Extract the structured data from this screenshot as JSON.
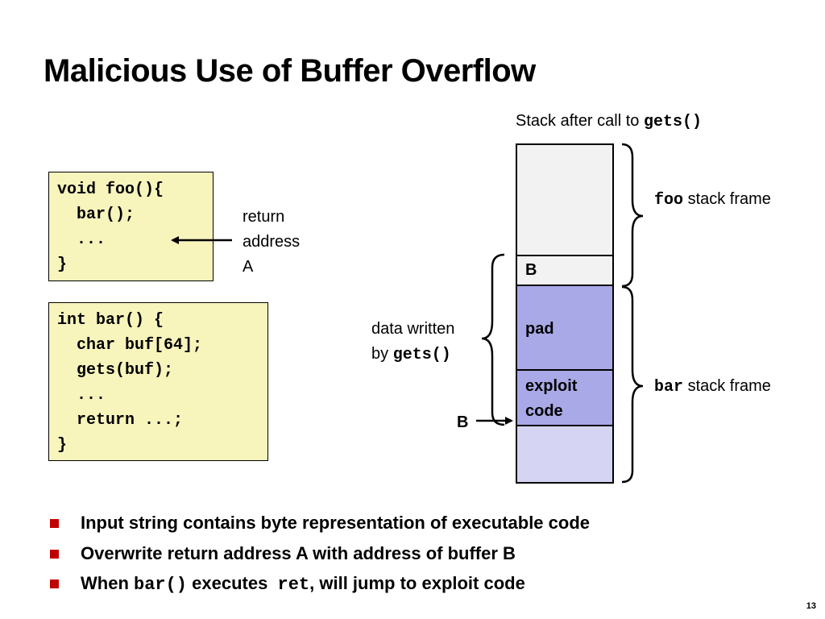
{
  "title": "Malicious Use of Buffer Overflow",
  "foo_code": "void foo(){\n  bar();\n  ...\n}",
  "bar_code": "int bar() {\n  char buf[64];\n  gets(buf);\n  ...\n  return ...;\n}",
  "return_address_label": "return\naddress\nA",
  "stack": {
    "caption_prefix": "Stack after call to ",
    "caption_func": "gets()",
    "cell_b": "B",
    "cell_pad": "pad",
    "cell_exploit": "exploit\ncode",
    "foo_frame_func": "foo",
    "foo_frame_suffix": " stack frame",
    "bar_frame_func": "bar",
    "bar_frame_suffix": " stack frame",
    "data_written_prefix": "data written\nby ",
    "data_written_func": "gets()",
    "b_pointer_label": "B"
  },
  "bullets": {
    "b1": "Input string contains byte representation of executable code",
    "b2": "Overwrite return address A with address of buffer B",
    "b3_pre": "When ",
    "b3_code1": "bar()",
    "b3_mid": " executes  ",
    "b3_code2": "ret",
    "b3_post": ", will jump to exploit code"
  },
  "page_number": "13",
  "colors": {
    "code_box_bg": "#f7f4bc",
    "pad_fill": "#a9a9e8",
    "buffer_rest_fill": "#d5d5f3",
    "frame_fill": "#f2f2f2",
    "bullet_marker": "#c00000"
  }
}
